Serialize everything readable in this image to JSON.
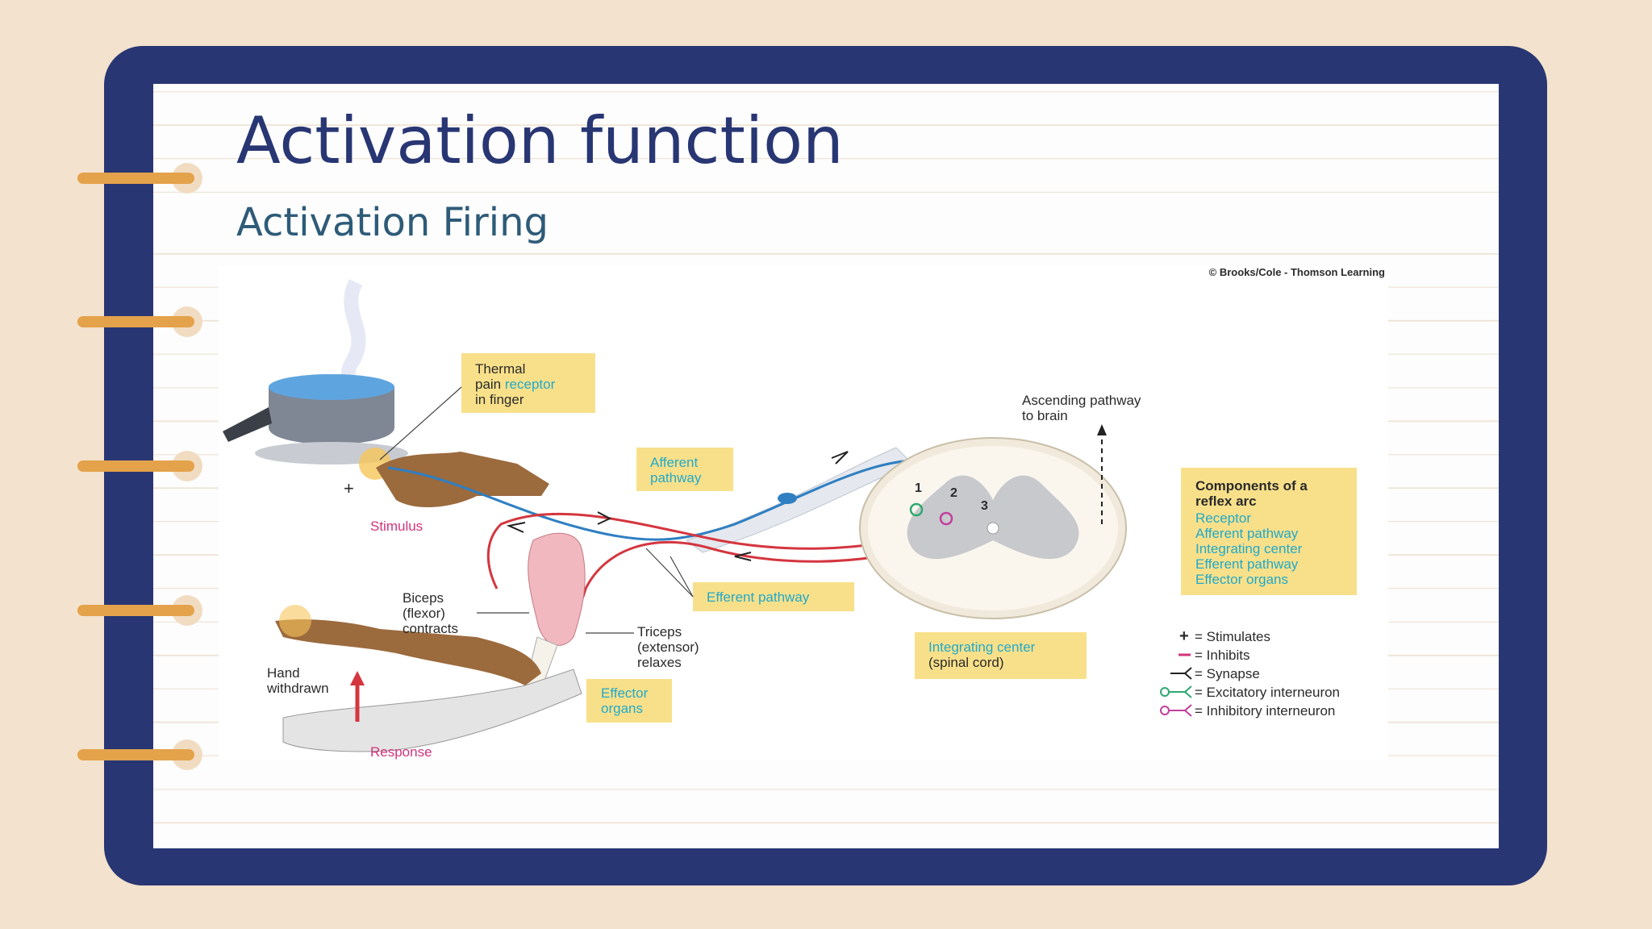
{
  "slide": {
    "title": "Activation function",
    "subtitle": "Activation Firing"
  },
  "colors": {
    "background": "#f3e2cd",
    "binder": "#283673",
    "rings": "#e4a24b",
    "title": "#283673",
    "subtitle": "#2e5b78",
    "label_box": "#f8e08a",
    "afferent": "#2f7fc2",
    "efferent": "#d4363f"
  },
  "diagram": {
    "credit": "© Brooks/Cole - Thomson Learning",
    "receptor_box": {
      "line1": "Thermal",
      "line2_prefix": "pain ",
      "line2_highlight": "receptor",
      "line3": "in finger"
    },
    "stimulus": "Stimulus",
    "afferent_pathway": [
      "Afferent",
      "pathway"
    ],
    "ascending_pathway": [
      "Ascending  pathway",
      "to brain"
    ],
    "components": {
      "title": [
        "Components of a",
        "reflex arc"
      ],
      "items": [
        "Receptor",
        "Afferent pathway",
        "Integrating center",
        "Efferent pathway",
        "Effector organs"
      ]
    },
    "biceps": [
      "Biceps",
      "(flexor)",
      "contracts"
    ],
    "triceps": [
      "Triceps",
      "(extensor)",
      "relaxes"
    ],
    "hand_withdrawn": [
      "Hand",
      "withdrawn"
    ],
    "response": "Response",
    "efferent_pathway": "Efferent pathway",
    "effector_organs": [
      "Effector",
      "organs"
    ],
    "integrating_center": [
      "Integrating center",
      "(spinal cord)"
    ],
    "synapse_numbers": [
      "1",
      "2",
      "3"
    ],
    "legend": [
      {
        "icon": "plus-icon",
        "text": "= Stimulates"
      },
      {
        "icon": "minus-icon",
        "text": "= Inhibits"
      },
      {
        "icon": "synapse-icon",
        "text": "= Synapse"
      },
      {
        "icon": "excitatory-interneuron-icon",
        "text": "= Excitatory interneuron"
      },
      {
        "icon": "inhibitory-interneuron-icon",
        "text": "= Inhibitory interneuron"
      }
    ]
  }
}
